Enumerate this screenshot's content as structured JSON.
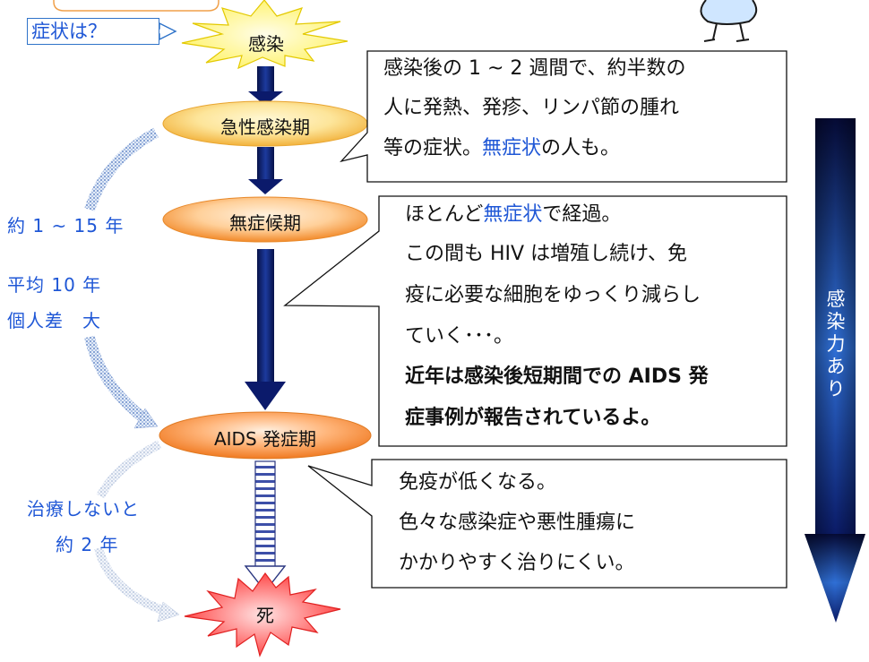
{
  "symptom_question": "症状は？",
  "stages": {
    "infection": "感染",
    "acute": "急性感染期",
    "asymptomatic": "無症候期",
    "aids": "AIDS 発症期",
    "death": "死"
  },
  "durations": {
    "acute_to_aids": "約 1 ~ 15 年",
    "average": "平均 10 年",
    "individual": "個人差　大",
    "untreated_line1": "治療しないと",
    "untreated_line2": "約 2 年"
  },
  "callouts": {
    "acute": {
      "line1": "感染後の 1 ~ 2 週間で、約半数の",
      "line2": "人に発熱、発疹、リンパ節の腫れ",
      "line3_pre": "等の症状。",
      "line3_blue": "無症状",
      "line3_post": "の人も。"
    },
    "asymptomatic": {
      "line1_pre": "ほとんど",
      "line1_blue": "無症状",
      "line1_post": "で経過。",
      "line2": "この間も HIV は増殖し続け、免",
      "line3": "疫に必要な細胞をゆっくり減らし",
      "line4": "ていく･･･。",
      "line5": "近年は感染後短期間での AIDS 発",
      "line6": "症事例が報告されているよ。"
    },
    "aids": {
      "line1": "免疫が低くなる。",
      "line2": "色々な感染症や悪性腫瘍に",
      "line3": "かかりやすく治りにくい。"
    }
  },
  "infectivity": "感染力あり",
  "colors": {
    "accent_blue": "#1f57d6",
    "arrow_navy": "#0b1a6b",
    "ellipse_orange": "#f39a2e",
    "ellipse_yellow": "#fde59a",
    "star_yellow": "#fff36a",
    "star_red": "#ff4a4a"
  }
}
